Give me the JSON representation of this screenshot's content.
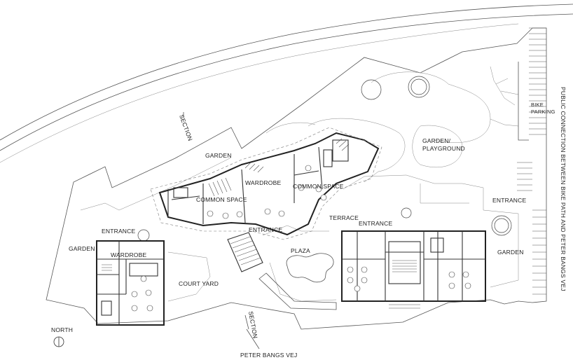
{
  "labels": {
    "garden_north": "GARDEN",
    "garden_west": "GARDEN",
    "garden_east": "GARDEN",
    "section_top": "SECTION",
    "section_bottom": "SECTION",
    "wardrobe_center": "WARDROBE",
    "wardrobe_left": "WARDROBE",
    "common_space_left": "COMMON SPACE",
    "common_space_right": "COMMON SPACE",
    "entrance_center": "ENTRANCE",
    "entrance_left": "ENTRANCE",
    "entrance_right": "ENTRANCE",
    "entrance_east": "ENTRANCE",
    "terrace": "TERRACE",
    "plaza": "PLAZA",
    "court_yard": "COURT YARD",
    "garden_playground_1": "GARDEN/",
    "garden_playground_2": "PLAYGROUND",
    "bike_parking_1": "BIKE",
    "bike_parking_2": "PARKING",
    "public_connection": "PUBLIC CONNECTION BETWEEN BIKE PATH AND PETER BANGS VEJ",
    "north": "NORTH",
    "street": "PETER BANGS VEJ"
  },
  "icons": {
    "north_arrow": "north-arrow-icon",
    "tree": "tree-icon",
    "table": "table-icon"
  }
}
